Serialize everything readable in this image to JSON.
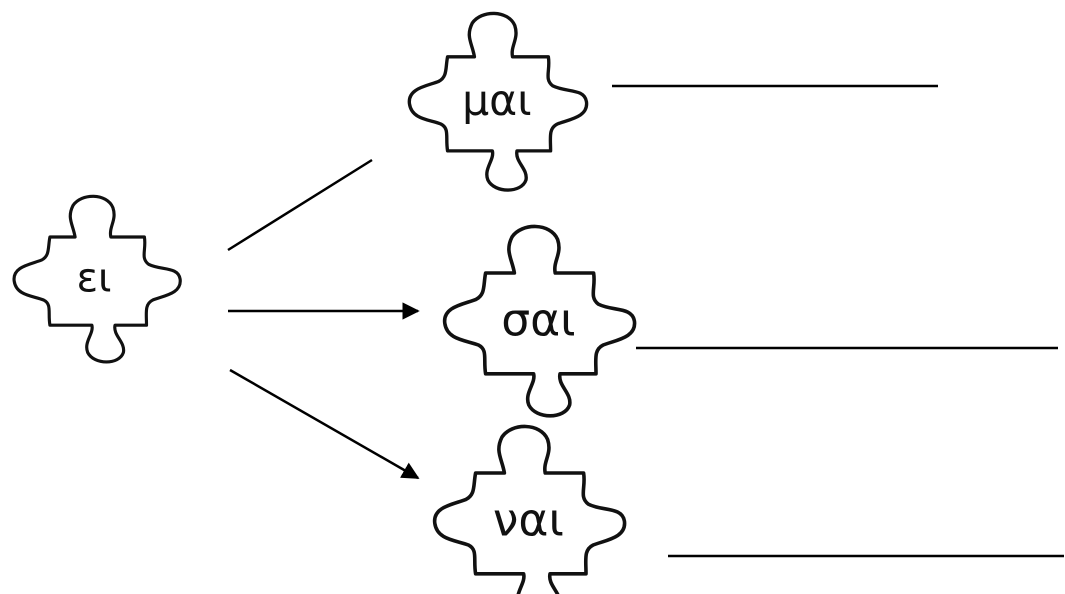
{
  "source_piece": {
    "label": "ει"
  },
  "target_pieces": [
    {
      "label": "μαι"
    },
    {
      "label": "σαι"
    },
    {
      "label": "ναι"
    }
  ],
  "colors": {
    "ink": "#111111",
    "paper": "#ffffff"
  },
  "icons": [
    "puzzle-piece-icon",
    "arrow-icon"
  ]
}
